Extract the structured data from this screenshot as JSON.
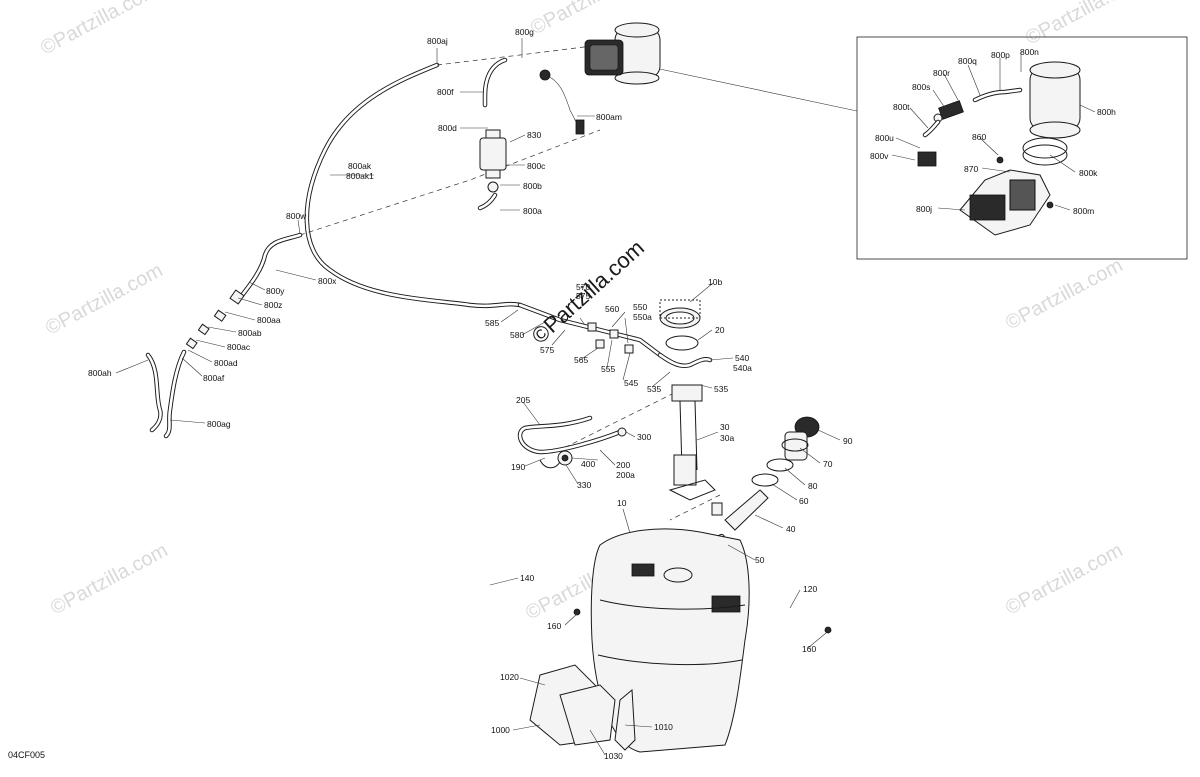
{
  "diagram": {
    "code": "04CF005",
    "watermark": "©Partzilla.com",
    "center_watermark": "©Partzilla.com",
    "labels": {
      "p800aj": "800aj",
      "p800g": "800g",
      "p800f": "800f",
      "p800am": "800am",
      "p800d": "800d",
      "p830": "830",
      "p800c": "800c",
      "p800ak": "800ak",
      "p800ak1": "800ak1",
      "p800b": "800b",
      "p800a": "800a",
      "p800w": "800w",
      "p800x": "800x",
      "p800y": "800y",
      "p800z": "800z",
      "p800aa": "800aa",
      "p800ab": "800ab",
      "p800ac": "800ac",
      "p800ad": "800ad",
      "p800af": "800af",
      "p800ah": "800ah",
      "p800ag": "800ag",
      "p800n": "800n",
      "p800p": "800p",
      "p800q": "800q",
      "p800r": "800r",
      "p800s": "800s",
      "p800t": "800t",
      "p800u": "800u",
      "p800v": "800v",
      "p800h": "800h",
      "p860": "860",
      "p870": "870",
      "p800k": "800k",
      "p800j": "800j",
      "p800m": "800m",
      "p570": "570",
      "p575a": "575",
      "p560": "560",
      "p550": "550",
      "p550a": "550a",
      "p585": "585",
      "p580": "580",
      "p575": "575",
      "p565": "565",
      "p555": "555",
      "p545": "545",
      "p535a": "535",
      "p535b": "535",
      "p540": "540",
      "p540a": "540a",
      "p10b": "10b",
      "p20": "20",
      "p205": "205",
      "p300": "300",
      "p30": "30",
      "p30a": "30a",
      "p190": "190",
      "p400": "400",
      "p200": "200",
      "p200a": "200a",
      "p330": "330",
      "p90": "90",
      "p70": "70",
      "p80": "80",
      "p60": "60",
      "p40": "40",
      "p50": "50",
      "p10": "10",
      "p140": "140",
      "p120": "120",
      "p160a": "160",
      "p160b": "160",
      "p1020": "1020",
      "p1000": "1000",
      "p1030": "1030",
      "p1010": "1010"
    }
  }
}
